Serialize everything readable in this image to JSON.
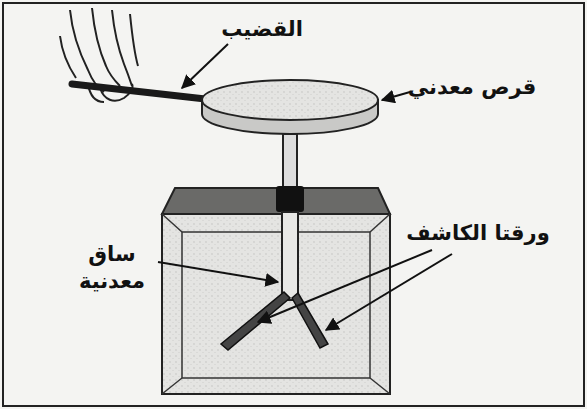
{
  "diagram": {
    "labels": [
      "القضيب",
      "قرص معدني",
      "ساق معدنية",
      "ورقتا الكاشف"
    ]
  }
}
